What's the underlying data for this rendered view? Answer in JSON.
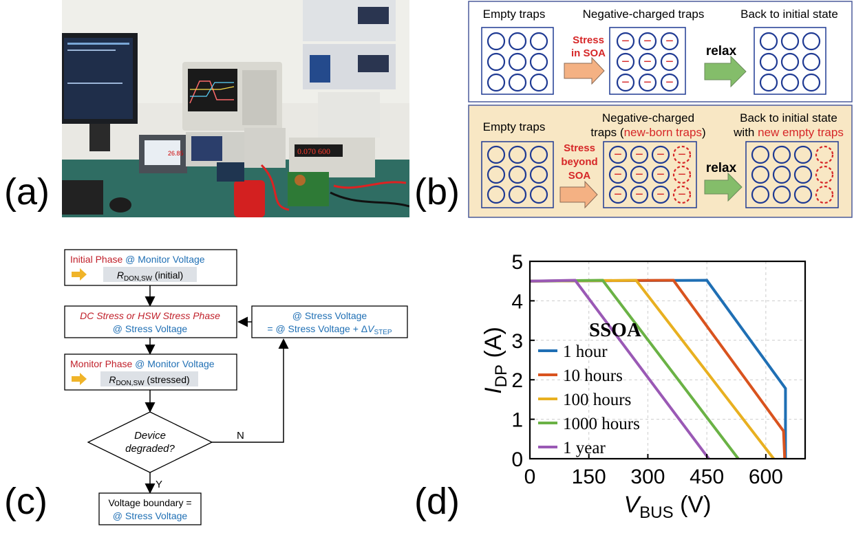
{
  "panel_labels": {
    "a": "(a)",
    "b": "(b)",
    "c": "(c)",
    "d": "(d)"
  },
  "photo": {
    "scope_readout": "26.85",
    "meter_readout": "0.070  600"
  },
  "traps": {
    "row1": {
      "empty_label": "Empty traps",
      "charged_label": "Negative-charged traps",
      "back_label": "Back to initial state",
      "stress_label_1": "Stress",
      "stress_label_2": "in SOA",
      "relax_label": "relax"
    },
    "row2": {
      "empty_label": "Empty traps",
      "charged_label_1": "Negative-charged",
      "charged_label_2a": "traps (",
      "charged_label_2b": "new-born traps",
      "charged_label_2c": ")",
      "back_label_1": "Back to initial state",
      "back_label_2a": "with ",
      "back_label_2b": "new empty traps",
      "stress_label_1": "Stress",
      "stress_label_2": "beyond",
      "stress_label_3": "SOA",
      "relax_label": "relax"
    },
    "charge_symbol": "−"
  },
  "flow": {
    "initial_a": "Initial Phase",
    "initial_b": " @ Monitor Voltage",
    "rdon_initial_sym": "R",
    "rdon_sub": "DON,SW",
    "rdon_initial_txt": " (initial)",
    "stress_a": "DC Stress or HSW Stress Phase",
    "stress_b": "@ Stress Voltage",
    "loop_a": "@ Stress Voltage",
    "loop_b": "= @ Stress Voltage + Δ",
    "loop_v": "V",
    "loop_sub": "STEP",
    "monitor_a": "Monitor Phase",
    "monitor_b": " @ Monitor Voltage",
    "rdon_stressed_sym": "R",
    "rdon_stressed_txt": " (stressed)",
    "decision_a": "Device",
    "decision_b": "degraded?",
    "no_label": "N",
    "yes_label": "Y",
    "final_a": "Voltage boundary =",
    "final_b": "@ Stress Voltage"
  },
  "colors": {
    "red": "#d62728",
    "blue": "#1f6fb4",
    "trap_blue": "#1f3a93",
    "panel_bg": "#f8e7c4",
    "arrow_orange": "#f4b183",
    "arrow_green": "#84bd6a",
    "flow_arrow": "#f0b429"
  },
  "chart_data": {
    "type": "line",
    "xlabel_sym": "V",
    "xlabel_sub": "BUS",
    "xlabel_unit": " (V)",
    "ylabel_sym": "I",
    "ylabel_sub": "DP",
    "ylabel_unit": " (A)",
    "xlim": [
      0,
      700
    ],
    "ylim": [
      0,
      5
    ],
    "xticks": [
      0,
      150,
      300,
      450,
      600
    ],
    "yticks": [
      0,
      1,
      2,
      3,
      4,
      5
    ],
    "grid": true,
    "legend_title": "SSOA",
    "legend_placement": "left",
    "series": [
      {
        "name": "1 hour",
        "color": "#1f6fb4",
        "x": [
          0,
          450,
          650,
          650
        ],
        "y": [
          4.5,
          4.52,
          1.78,
          0
        ]
      },
      {
        "name": "10 hours",
        "color": "#d9531e",
        "x": [
          0,
          365,
          645,
          648
        ],
        "y": [
          4.5,
          4.52,
          0.7,
          0
        ]
      },
      {
        "name": "100 hours",
        "color": "#e8b020",
        "x": [
          0,
          270,
          620
        ],
        "y": [
          4.5,
          4.52,
          0
        ]
      },
      {
        "name": "1000 hours",
        "color": "#6ab245",
        "x": [
          0,
          185,
          530
        ],
        "y": [
          4.5,
          4.52,
          0
        ]
      },
      {
        "name": "1 year",
        "color": "#9a59b5",
        "x": [
          0,
          115,
          455
        ],
        "y": [
          4.5,
          4.52,
          0
        ]
      }
    ]
  }
}
